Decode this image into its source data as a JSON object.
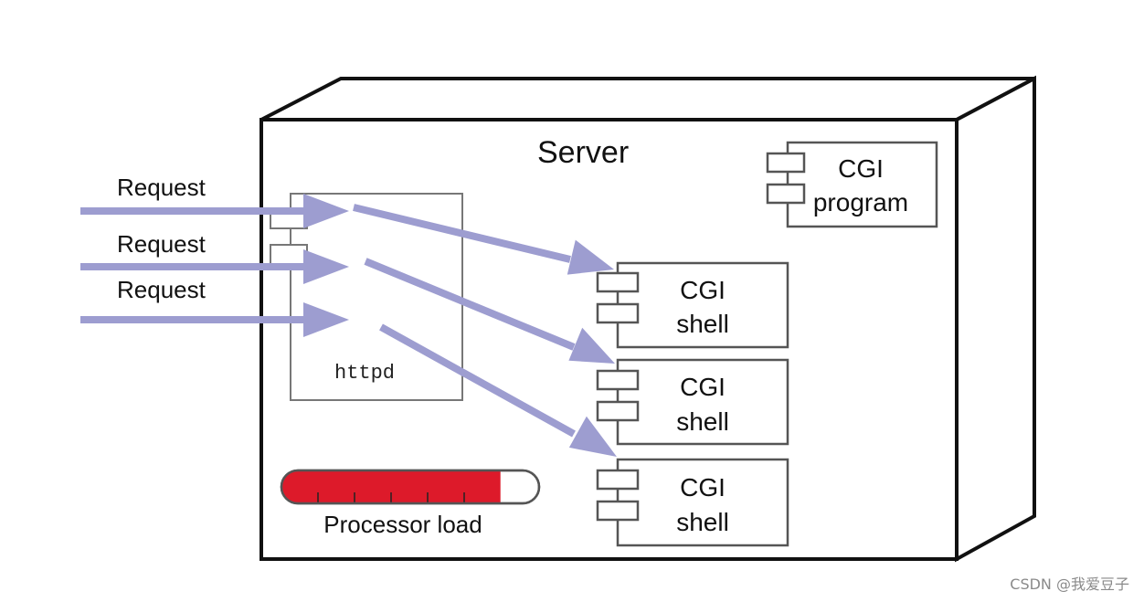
{
  "server": {
    "title": "Server"
  },
  "requests": [
    {
      "label": "Request"
    },
    {
      "label": "Request"
    },
    {
      "label": "Request"
    }
  ],
  "httpd": {
    "label": "httpd"
  },
  "cgi_program": {
    "line1": "CGI",
    "line2": "program"
  },
  "cgi_shells": [
    {
      "line1": "CGI",
      "line2": "shell"
    },
    {
      "line1": "CGI",
      "line2": "shell"
    },
    {
      "line1": "CGI",
      "line2": "shell"
    }
  ],
  "processor_load": {
    "label": "Processor load",
    "fraction": 0.85,
    "fill_color": "#dd1a2a"
  },
  "colors": {
    "arrow": "#9d9dd0",
    "outline": "#111111",
    "component_border": "#555555"
  },
  "watermark": "CSDN @我爱豆子"
}
